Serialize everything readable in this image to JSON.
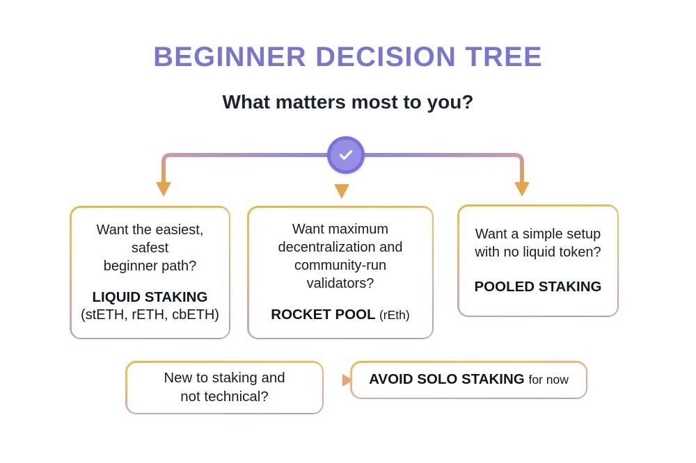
{
  "header": {
    "title": "BEGINNER DECISION TREE",
    "subtitle": "What matters most to you?",
    "title_color": "#7b75ce"
  },
  "root": {
    "icon": "check-circle-icon",
    "outer_color": "#7b73d6",
    "inner_color": "#9590e3",
    "check_color": "#ffffff"
  },
  "colors": {
    "background": "#ffffff",
    "border_top": "#eab64a",
    "border_bottom": "#ab9cd2",
    "arrow_orange": "#e3a44c",
    "connector_purple": "#8f89d8",
    "connector_salmon": "#dda488",
    "text": "#1c1c22"
  },
  "branches": [
    {
      "id": "liquid-staking",
      "question": [
        "Want the easiest,",
        "safest",
        "beginner path?"
      ],
      "answer": "LIQUID STAKING",
      "answer_sub": "(stETH, rETH, cbETH)",
      "answer_inline_sub": ""
    },
    {
      "id": "rocket-pool",
      "question": [
        "Want maximum",
        "decentralization and",
        "community-run",
        "validators?"
      ],
      "answer": "ROCKET POOL",
      "answer_sub": "",
      "answer_inline_sub": "(rEth)"
    },
    {
      "id": "pooled-staking",
      "question": [
        "Want a simple setup",
        "with no liquid token?"
      ],
      "answer": "POOLED STAKING",
      "answer_sub": "",
      "answer_inline_sub": ""
    }
  ],
  "footer_flow": {
    "condition": {
      "id": "new-to-staking",
      "question": [
        "New to staking and",
        "not technical?"
      ]
    },
    "result": {
      "id": "avoid-solo-staking",
      "answer": "AVOID SOLO STAKING",
      "answer_inline_sub": "for now"
    },
    "arrow": "arrow-right-icon"
  }
}
